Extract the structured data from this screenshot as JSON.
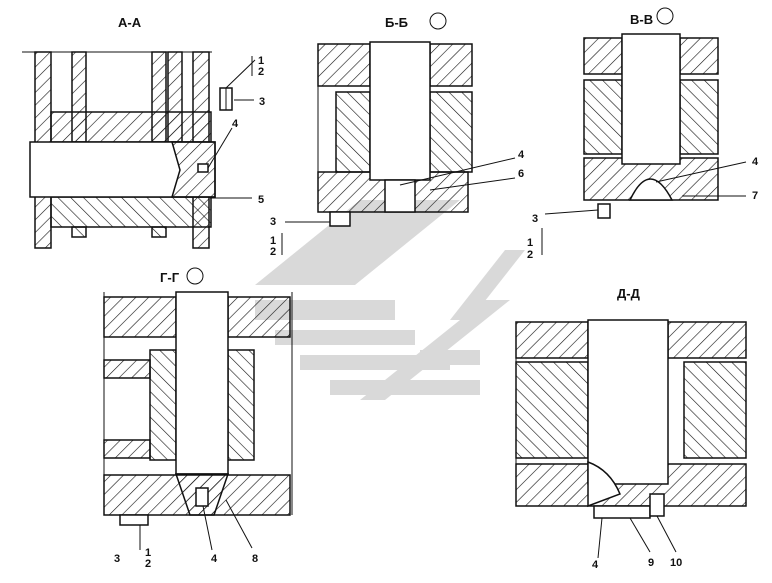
{
  "views": {
    "aa": {
      "title": "А-А",
      "callouts": [
        "1",
        "2",
        "3",
        "4",
        "5"
      ]
    },
    "bb": {
      "title": "Б-Б",
      "callouts": [
        "4",
        "6",
        "3",
        "1",
        "2"
      ]
    },
    "vv": {
      "title": "В-В",
      "callouts": [
        "4",
        "7",
        "3",
        "1",
        "2"
      ]
    },
    "gg": {
      "title": "Г-Г",
      "callouts": [
        "3",
        "1",
        "2",
        "4",
        "8"
      ]
    },
    "dd": {
      "title": "Д-Д",
      "callouts": [
        "4",
        "9",
        "10"
      ]
    }
  },
  "icons": {
    "rotation_mark": "circle-arrow-icon",
    "watermark": "chevron-logo-icon"
  },
  "colors": {
    "line": "#111111",
    "watermark": "#d9d9d9",
    "background": "#ffffff"
  }
}
